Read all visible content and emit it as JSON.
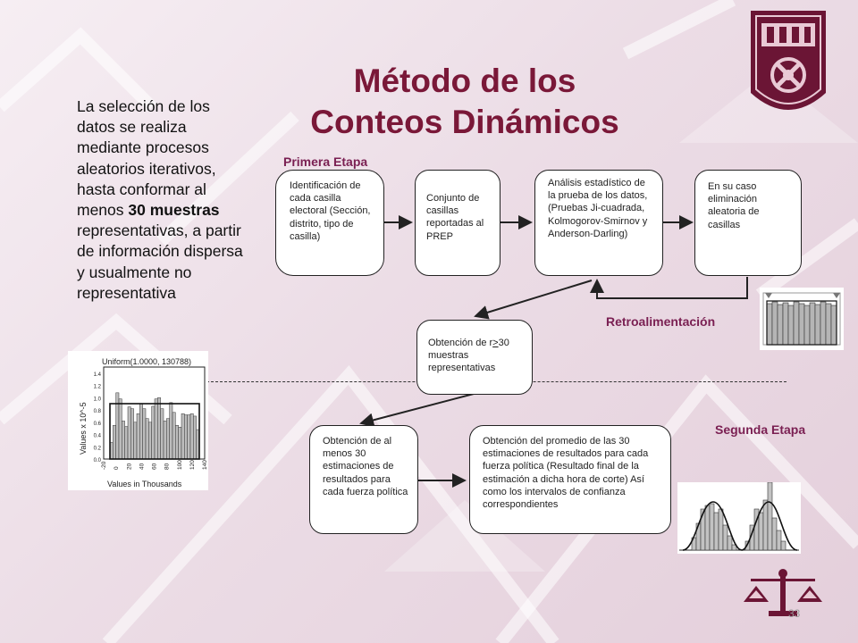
{
  "slide": {
    "title_line1": "Método de los",
    "title_line2": "Conteos Dinámicos",
    "page_number": "33"
  },
  "intro": {
    "text_before": "La selección de los datos se realiza mediante procesos aleatorios iterativos, hasta conformar al menos ",
    "bold": "30 muestras",
    "text_after": " representativas, a partir de información dispersa y usualmente no representativa"
  },
  "labels": {
    "primera_etapa": "Primera Etapa",
    "segunda_etapa": "Segunda Etapa",
    "retroalimentacion": "Retroalimentación"
  },
  "boxes": {
    "identificacion": "Identificación de cada casilla electoral (Sección, distrito, tipo de casilla)",
    "conjunto": "Conjunto de casillas reportadas al PREP",
    "analisis": "Análisis estadístico de la prueba de los datos, (Pruebas Ji-cuadrada, Kolmogorov-Smirnov y Anderson-Darling)",
    "eliminacion": "En su caso eliminación aleatoria de casillas",
    "obtencion_r_prefix": "Obtención de r",
    "obtencion_r_geq": ">",
    "obtencion_r_suffix": "30 muestras representativas",
    "obtencion_30": "Obtención de al menos 30 estimaciones de resultados para cada fuerza política",
    "promedio": "Obtención del promedio de las 30 estimaciones de resultados para cada fuerza política (Resultado final de la estimación a dicha hora de corte) Así como los intervalos de confianza correspondientes"
  },
  "histogram_left": {
    "title": "Uniform(1.0000, 130788)",
    "ylabel": "Values x 10^-5",
    "xlabel": "Values in Thousands",
    "xticks": [
      "-20",
      "0",
      "20",
      "40",
      "60",
      "80",
      "100",
      "120",
      "140"
    ],
    "yticks": [
      "0.0",
      "0.2",
      "0.4",
      "0.6",
      "0.8",
      "1.0",
      "1.2",
      "1.4"
    ],
    "bars": [
      0.27,
      0.55,
      1.08,
      0.98,
      0.62,
      0.53,
      0.85,
      0.82,
      0.6,
      0.74,
      0.9,
      0.82,
      0.66,
      0.6,
      0.86,
      0.98,
      1.0,
      0.82,
      0.62,
      0.66,
      0.92,
      0.76,
      0.55,
      0.52,
      0.74,
      0.72,
      0.72,
      0.74,
      0.7,
      0.48
    ]
  },
  "colors": {
    "title": "#7a1838",
    "stage": "#7a1f52",
    "logo": "#6b1535"
  }
}
